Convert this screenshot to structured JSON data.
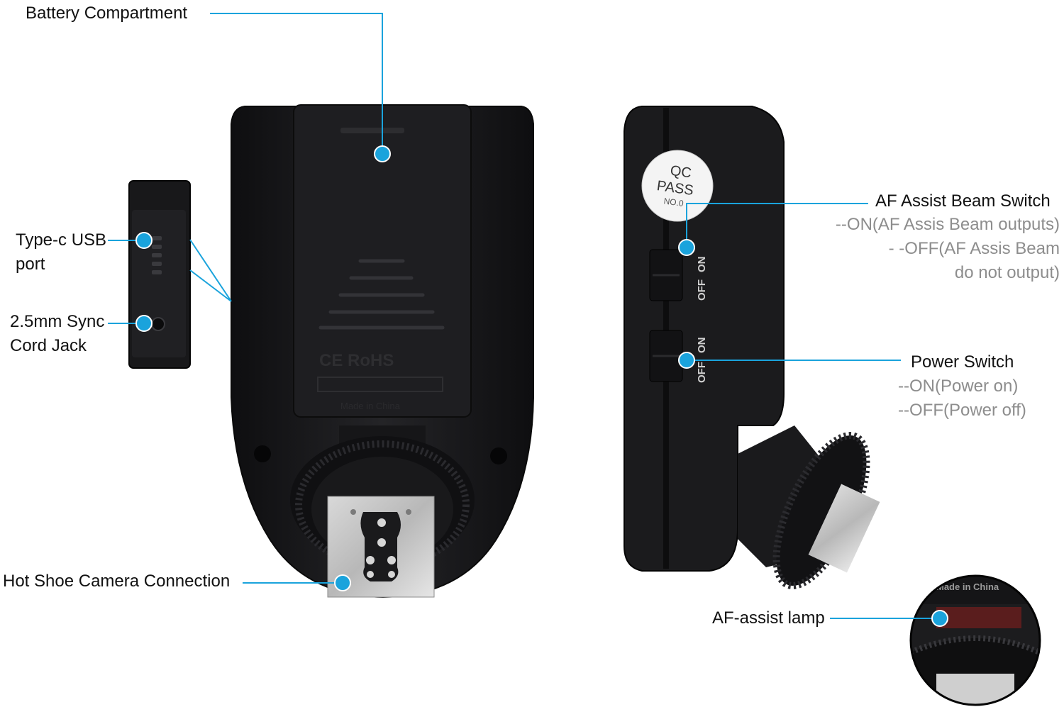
{
  "colors": {
    "accent": "#1aa3dc",
    "label_text": "#111111",
    "detail_text": "#8d8d8d",
    "device_body": "#1c1c1e"
  },
  "device_markings": {
    "qc_line1": "QC",
    "qc_line2": "PASS",
    "qc_line3": "NO.0",
    "af_switch_on": "ON",
    "af_switch_off": "OFF",
    "power_switch_on": "ON",
    "power_switch_off": "OFF",
    "certification": "CE RoHS",
    "made_in": "Made in China"
  },
  "callouts": {
    "battery": "Battery Compartment",
    "usb_line1": "Type-c USB",
    "usb_line2": "port",
    "sync_line1": "2.5mm Sync",
    "sync_line2": "Cord Jack",
    "hotshoe": "Hot Shoe Camera Connection",
    "af_switch_title": "AF Assist Beam Switch",
    "af_switch_on": "--ON(AF Assis Beam outputs)",
    "af_switch_off1": "-  -OFF(AF Assis Beam",
    "af_switch_off2": "do not output)",
    "power_title": "Power Switch",
    "power_on": "--ON(Power on)",
    "power_off": "--OFF(Power off)",
    "af_lamp": "AF-assist lamp"
  }
}
